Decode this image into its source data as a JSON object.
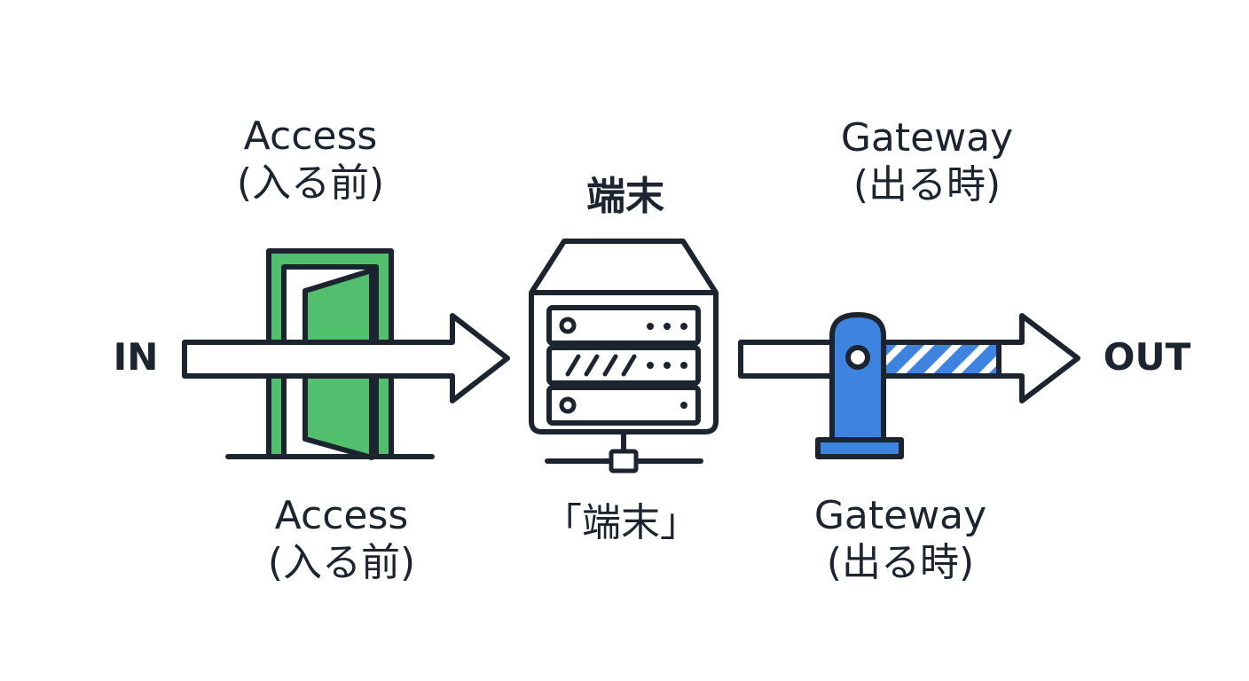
{
  "labels": {
    "in": "IN",
    "out": "OUT",
    "access_top": {
      "line1": "Access",
      "line2": "(入る前)"
    },
    "access_bottom": {
      "line1": "Access",
      "line2": "(入る前)"
    },
    "terminal_top": "端末",
    "terminal_bottom": "「端末」",
    "gateway_top": {
      "line1": "Gateway",
      "line2": "(出る時)"
    },
    "gateway_bottom": {
      "line1": "Gateway",
      "line2": "(出る時)"
    }
  },
  "icons": {
    "door": "door-icon",
    "server": "server-icon",
    "barrier": "barrier-gate-icon",
    "arrow": "arrow-icon"
  },
  "colors": {
    "stroke": "#1c2430",
    "door_green": "#52bf6f",
    "gate_blue": "#3f83e0",
    "background": "#ffffff"
  }
}
